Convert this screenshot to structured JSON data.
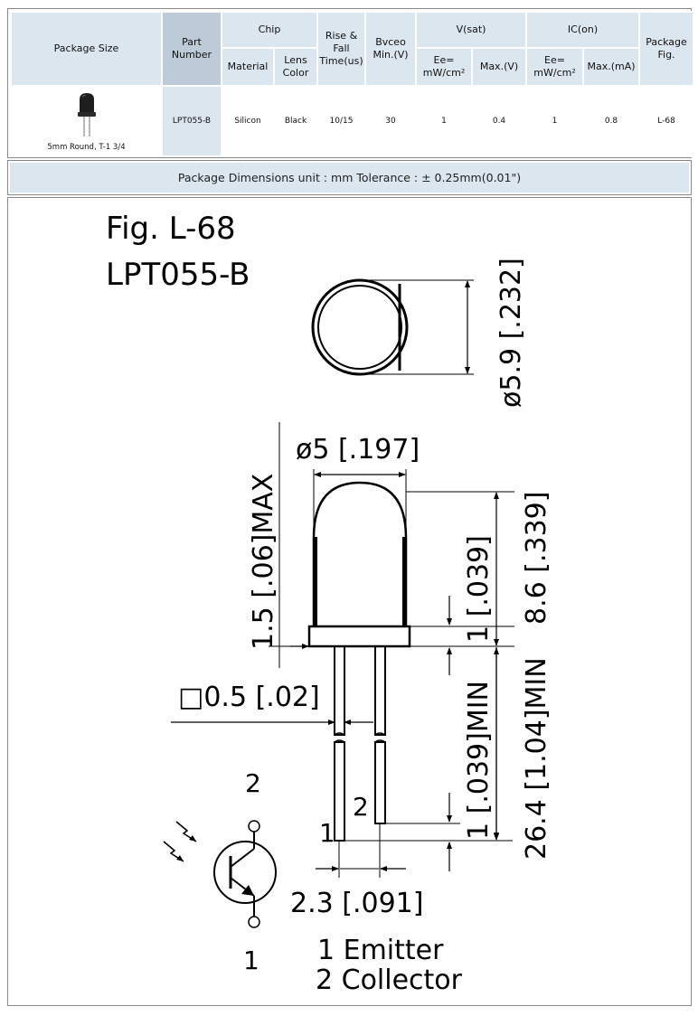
{
  "spec_table": {
    "headers": {
      "package_size": "Package Size",
      "part_number": "Part Number",
      "chip": "Chip",
      "material": "Material",
      "lens_color": "Lens Color",
      "rise_fall": "Rise & Fall Time(us)",
      "bvceo": "Bvceo Min.(V)",
      "vsat": "V(sat)",
      "vsat_ee": "Ee= mW/cm²",
      "vsat_max": "Max.(V)",
      "icon": "IC(on)",
      "icon_ee": "Ee= mW/cm²",
      "icon_max": "Max.(mA)",
      "package_fig": "Package Fig."
    },
    "row": {
      "package_size": "5mm Round, T-1 3/4",
      "part_number": "LPT055-B",
      "material": "Silicon",
      "lens_color": "Black",
      "rise_fall": "10/15",
      "bvceo": "30",
      "vsat_ee": "1",
      "vsat_max": "0.4",
      "icon_ee": "1",
      "icon_max": "0.8",
      "package_fig": "L-68"
    }
  },
  "banner": "Package Dimensions   unit : mm  Tolerance : ± 0.25mm(0.01\")",
  "drawing": {
    "fig_label": "Fig. L-68",
    "part_label": "LPT055-B",
    "dim_dia_59": "ø5.9 [.232]",
    "dim_dia_5": "ø5 [.197]",
    "dim_max_15": "1.5 [.06]MAX",
    "dim_86": "8.6 [.339]",
    "dim_1_top": "1 [.039]",
    "dim_05": "□0.5 [.02]",
    "dim_1_min": "1 [.039]MIN",
    "dim_264": "26.4 [1.04]MIN",
    "dim_23": "2.3 [.091]",
    "pin1_num": "1",
    "pin2_num": "2",
    "sym_pin1": "1",
    "sym_pin2": "2",
    "legend_1": "1 Emitter",
    "legend_2": "2 Collector"
  },
  "colors": {
    "header_bg": "#dce6ee",
    "header_dark_bg": "#bccbd7",
    "frame": "#8a8a8a"
  }
}
